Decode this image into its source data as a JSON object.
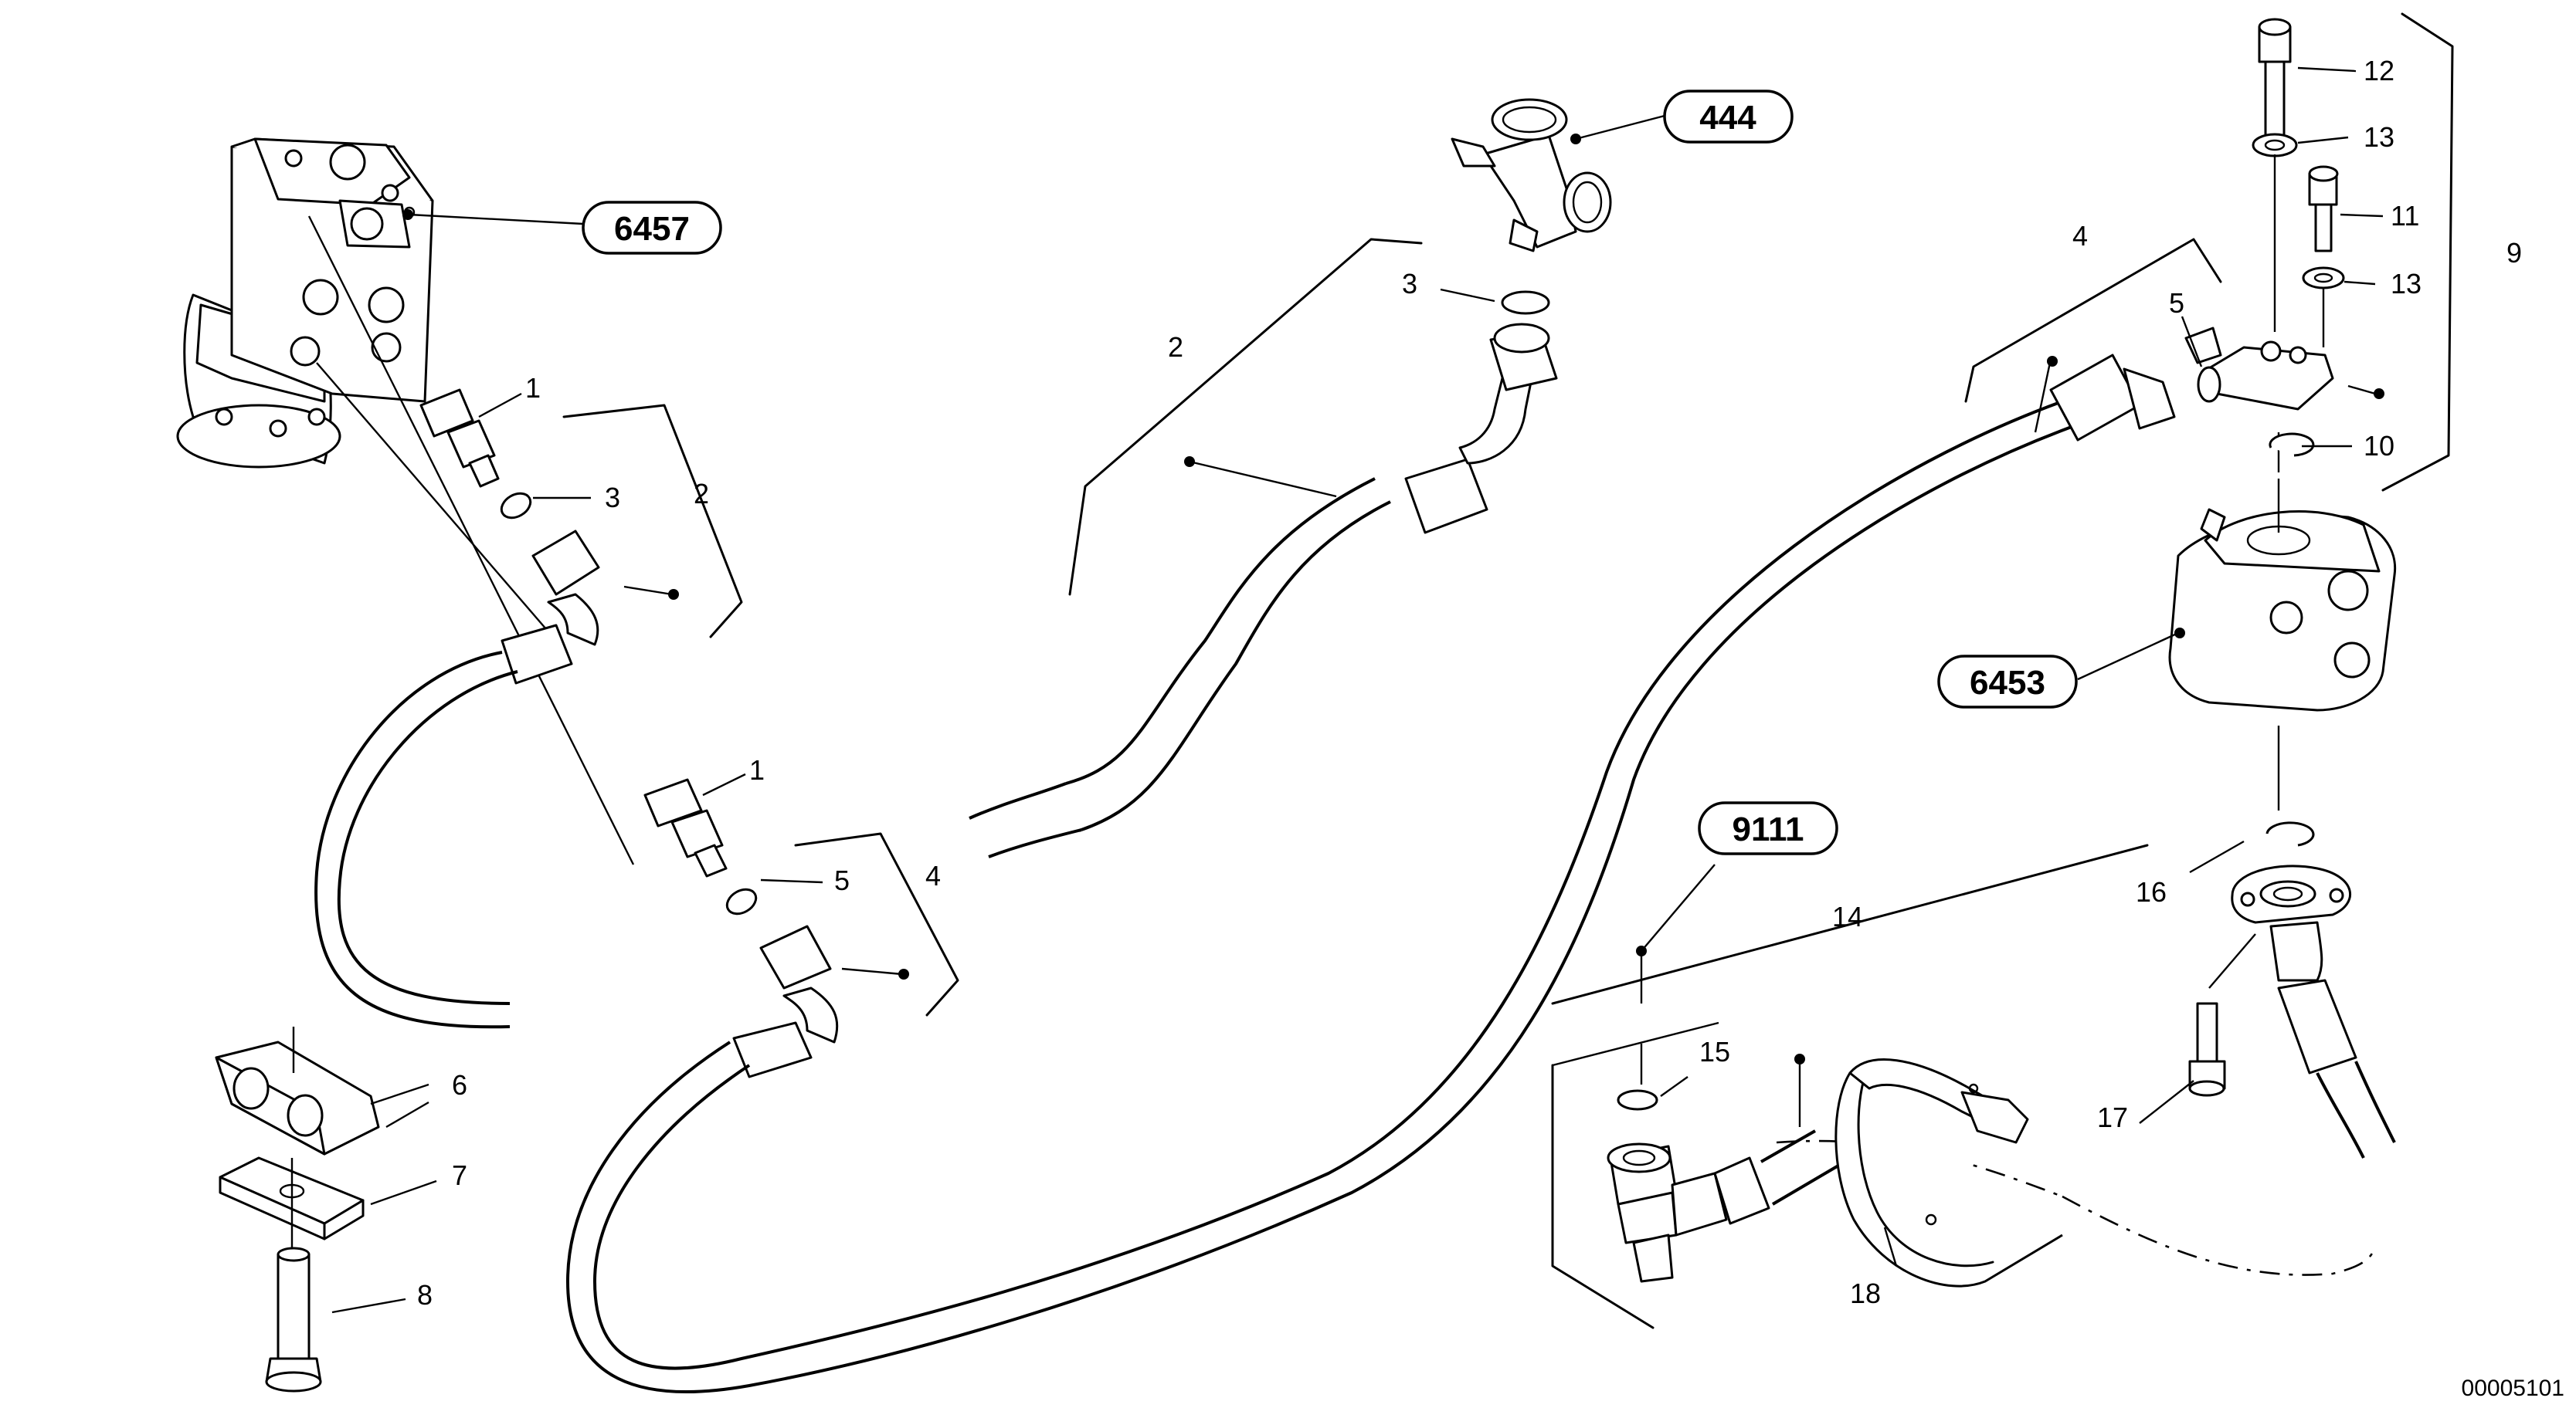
{
  "refs": {
    "r6457": "6457",
    "r444": "444",
    "r6453": "6453",
    "r9111": "9111"
  },
  "callouts": {
    "c1a": "1",
    "c3a": "3",
    "c2a": "2",
    "c1b": "1",
    "c5a": "5",
    "c4a": "4",
    "c6": "6",
    "c7": "7",
    "c8": "8",
    "c3b": "3",
    "c2b": "2",
    "c4b": "4",
    "c5b": "5",
    "c12": "12",
    "c13a": "13",
    "c11": "11",
    "c13b": "13",
    "c9": "9",
    "c10": "10",
    "c16": "16",
    "c17": "17",
    "c14": "14",
    "c15": "15",
    "c18": "18"
  },
  "doc_id": "00005101"
}
